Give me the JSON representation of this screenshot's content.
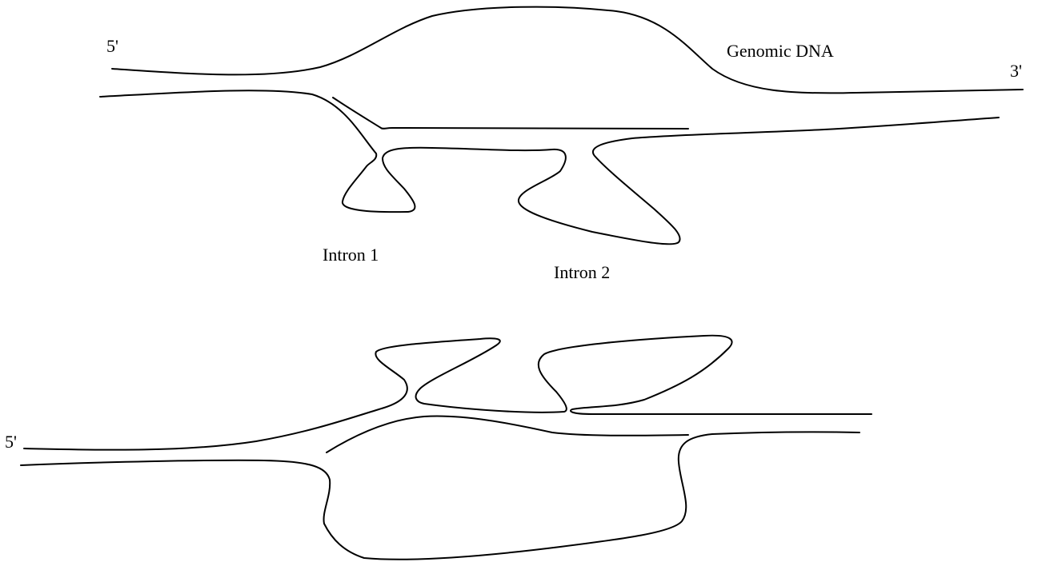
{
  "top_panel": {
    "five_prime": "5'",
    "three_prime": "3'",
    "genomic_label": "Genomic DNA",
    "intron1_label": "Intron 1",
    "intron2_label": "Intron 2"
  },
  "bottom_panel": {
    "five_prime": "5'"
  },
  "colors": {
    "stroke": "#000000",
    "background": "#ffffff"
  }
}
